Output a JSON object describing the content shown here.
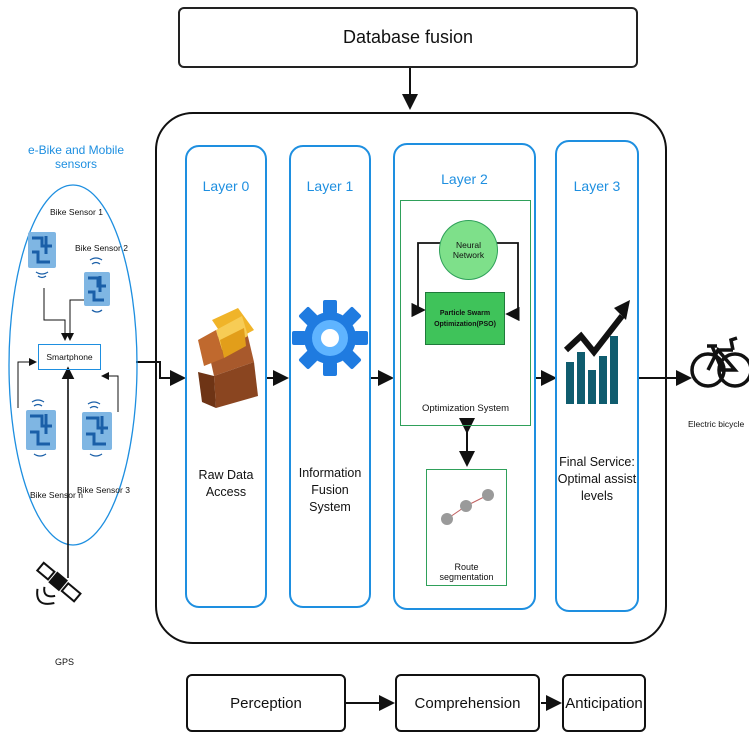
{
  "database": {
    "label": "Database fusion"
  },
  "sensors": {
    "title": "e-Bike and Mobile sensors",
    "bike_sensor_1": "Bike Sensor 1",
    "bike_sensor_2": "Bike Sensor 2",
    "bike_sensor_n": "Bike Sensor n",
    "bike_sensor_3": "Bike Sensor 3",
    "smartphone": "Smartphone",
    "gps": "GPS"
  },
  "layers": [
    {
      "title": "Layer 0",
      "text": "Raw Data Access"
    },
    {
      "title": "Layer 1",
      "text_line1": "Information Fusion",
      "text_line2": "System"
    },
    {
      "title": "Layer 2",
      "neural_network": "Neural Network",
      "pso_line1": "Particle Swarm",
      "pso_line2": "Optimization(PSO)",
      "optimization_system": "Optimization System",
      "route_segmentation": "Route segmentation"
    },
    {
      "title": "Layer 3",
      "text_line1": "Final Service:",
      "text_line2": "Optimal assist levels"
    }
  ],
  "output": {
    "label": "Electric bicycle"
  },
  "bottom_flow": [
    "Perception",
    "Comprehension",
    "Anticipation"
  ],
  "colors": {
    "accent_blue": "#1e8fe0",
    "green": "#2fa05a",
    "node_fill": "#7ee08a",
    "pso_fill": "#3fc35a",
    "chart_teal": "#0f5c6e"
  }
}
